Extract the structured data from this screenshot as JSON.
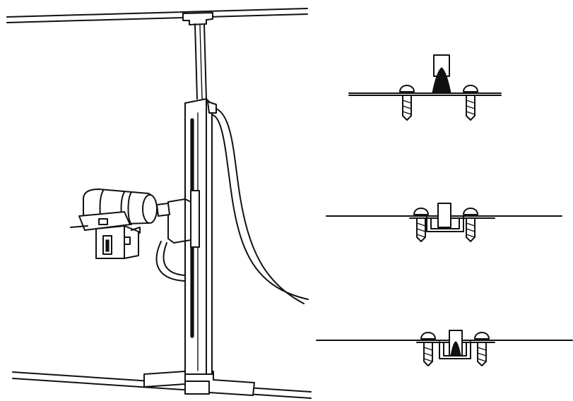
{
  "figure": {
    "ink_color": "#111111",
    "paper_color": "#ffffff",
    "left_panel": {
      "parts": [
        "ceiling-rail",
        "ceiling-mount",
        "vertical-column",
        "column-carriage",
        "high-tension-cable",
        "x-ray-tube-head",
        "collimator",
        "floor-rail",
        "floor-base"
      ]
    },
    "right_panel": {
      "details": [
        {
          "part": "rail-profile-top",
          "variant": "raised-track"
        },
        {
          "part": "rail-profile-middle",
          "variant": "recessed-channel"
        },
        {
          "part": "rail-profile-bottom",
          "variant": "recessed-track"
        }
      ]
    }
  }
}
